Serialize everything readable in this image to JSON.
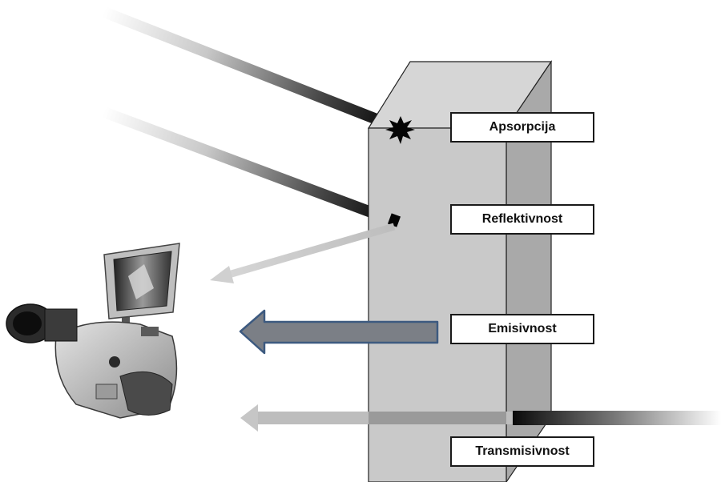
{
  "labels": {
    "absorption": "Apsorpcija",
    "reflectivity": "Reflektivnost",
    "emissivity": "Emisivnost",
    "transmissivity": "Transmisivnost"
  },
  "colors": {
    "block_front": "#c9c9c9",
    "block_side": "#a9a9a9",
    "block_top": "#d6d6d6",
    "emission_arrow": "#7b7f86",
    "emission_outline": "#3d5a80"
  },
  "icons": {
    "camera": "thermal-camera-icon",
    "impact": "starburst-impact-icon"
  }
}
